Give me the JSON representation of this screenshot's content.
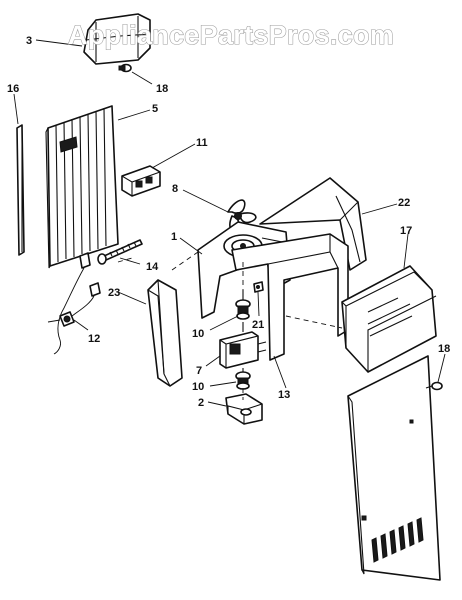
{
  "watermark": {
    "text": "AppliancePartsPros.com"
  },
  "callouts": {
    "c1": "1",
    "c2": "2",
    "c3": "3",
    "c5": "5",
    "c7": "7",
    "c8": "8",
    "c10a": "10",
    "c10b": "10",
    "c11": "11",
    "c12": "12",
    "c13": "13",
    "c14": "14",
    "c16": "16",
    "c17": "17",
    "c18a": "18",
    "c18b": "18",
    "c21": "21",
    "c22": "22",
    "c23": "23"
  }
}
